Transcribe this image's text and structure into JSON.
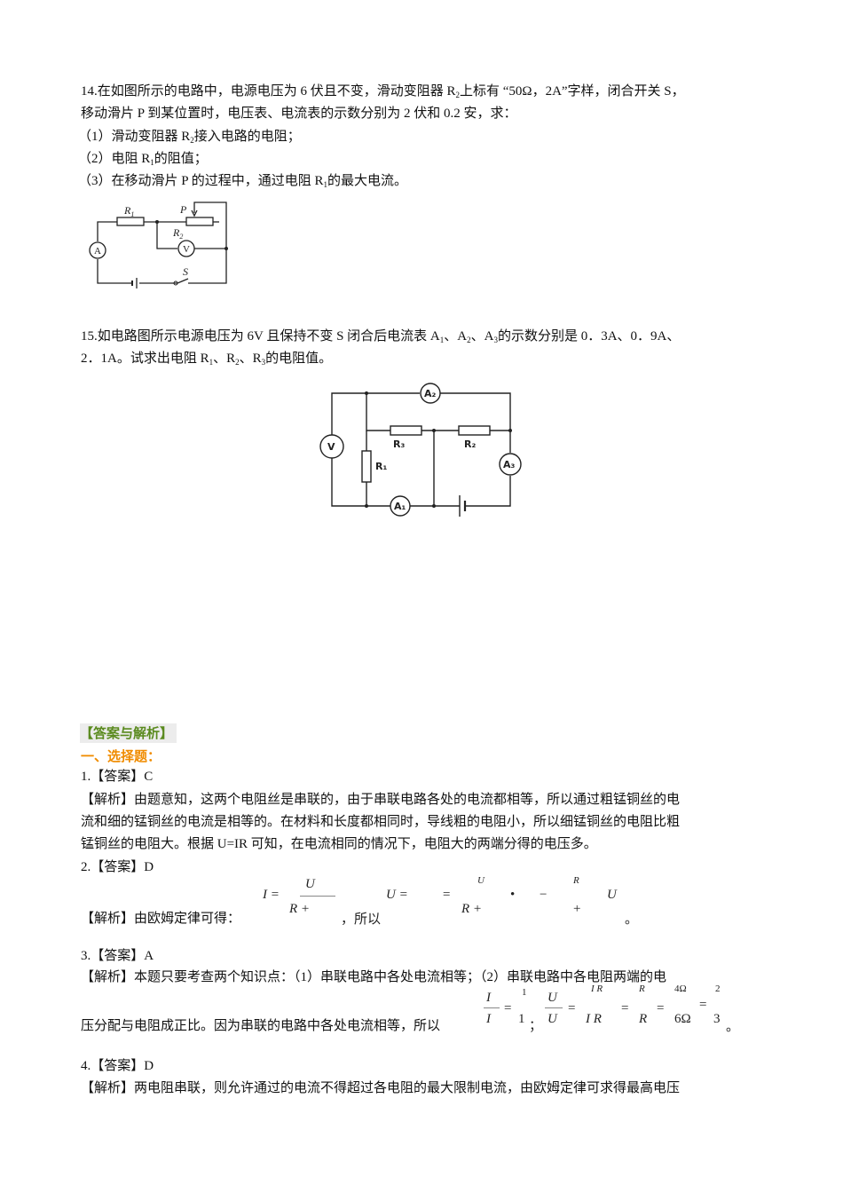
{
  "q14": {
    "line1": "14.在如图所示的电路中，电源电压为 6 伏且不变，滑动变阻器 R",
    "line1_sub": "2",
    "line1_tail": "上标有 “50Ω，2A”字样，闭合开关 S，",
    "line2": "移动滑片 P 到某位置时，电压表、电流表的示数分别为 2 伏和 0.2 安，求：",
    "item1_pre": "（1）滑动变阻器 R",
    "item1_sub": "2",
    "item1_post": "接入电路的电阻；",
    "item2_pre": "（2）电阻 R",
    "item2_sub": "1",
    "item2_post": "的阻值；",
    "item3_pre": "（3）在移动滑片 P 的过程中，通过电阻 R",
    "item3_sub": "1",
    "item3_post": "的最大电流。",
    "figure": {
      "labels": {
        "r1": "R",
        "r1_sub": "1",
        "p": "P",
        "r2": "R",
        "r2_sub": "2",
        "ammeter": "A",
        "voltmeter": "V",
        "switch": "S"
      }
    }
  },
  "q15": {
    "line1_a": "15.如电路图所示电源电压为 6V 且保持不变 S 闭合后电流表 A",
    "s1": "1",
    "sep1": "、A",
    "s2": "2",
    "sep2": "、A",
    "s3": "3",
    "line1_b": "的示数分别是 0．3A、0．9A、",
    "line2_a": "2．1A。试求出电阻 R",
    "r1": "1",
    "sepr1": "、R",
    "r2": "2",
    "sepr2": "、R",
    "r3": "3",
    "line2_b": "的电阻值。",
    "figure": {
      "labels": {
        "a1": "A₁",
        "a2": "A₂",
        "a3": "A₃",
        "v": "V",
        "r1": "R₁",
        "r2": "R₂",
        "r3": "R₃"
      }
    }
  },
  "answers": {
    "header": "【答案与解析】",
    "section": "一、选择题：",
    "a1": {
      "title": "1.【答案】C",
      "l1": "【解析】由题意知，这两个电阻丝是串联的，由于串联电路各处的电流都相等，所以通过粗锰铜丝的电",
      "l2": "流和细的锰铜丝的电流是相等的。在材料和长度都相同时，导线粗的电阻小，所以细锰铜丝的电阻比粗",
      "l3": "锰铜丝的电阻大。根据 U=IR 可知，在电流相同的情况下，电阻大的两端分得的电压多。"
    },
    "a2": {
      "title": "2.【答案】D",
      "l1": "【解析】由欧姆定律可得：",
      "l1_mid": "，所以",
      "l1_end": "。",
      "formula": {
        "i_eq": "I =",
        "num1": "U",
        "den1": "R +",
        "u_eq": "U =",
        "eq2": "=",
        "num2": "U",
        "den2": "R +",
        "dot": "•",
        "minus": "−",
        "num3": "R",
        "den3": "+",
        "u_end": "U"
      }
    },
    "a3": {
      "title": "3.【答案】A",
      "l1": "【解析】本题只要考查两个知识点：（1）串联电路中各处电流相等；（2）串联电路中各电阻两端的电",
      "l2": "压分配与电阻成正比。因为串联的电路中各处电流相等，所以",
      "sep": "；",
      "end": "。",
      "formula": {
        "i_num": "I",
        "i_den": "I",
        "eq": "=",
        "one_num": "1",
        "one_den": "1",
        "u_num": "U",
        "u_den": "U",
        "ir_num": "I R",
        "ir_den": "I R",
        "r_num": "R",
        "r_den": "R",
        "ohm_num": "4Ω",
        "ohm_den": "6Ω",
        "frac_num": "2",
        "frac_den": "3"
      }
    },
    "a4": {
      "title": "4.【答案】D",
      "l1": "【解析】两电阻串联，则允许通过的电流不得超过各电阻的最大限制电流，由欧姆定律可求得最高电压"
    }
  }
}
